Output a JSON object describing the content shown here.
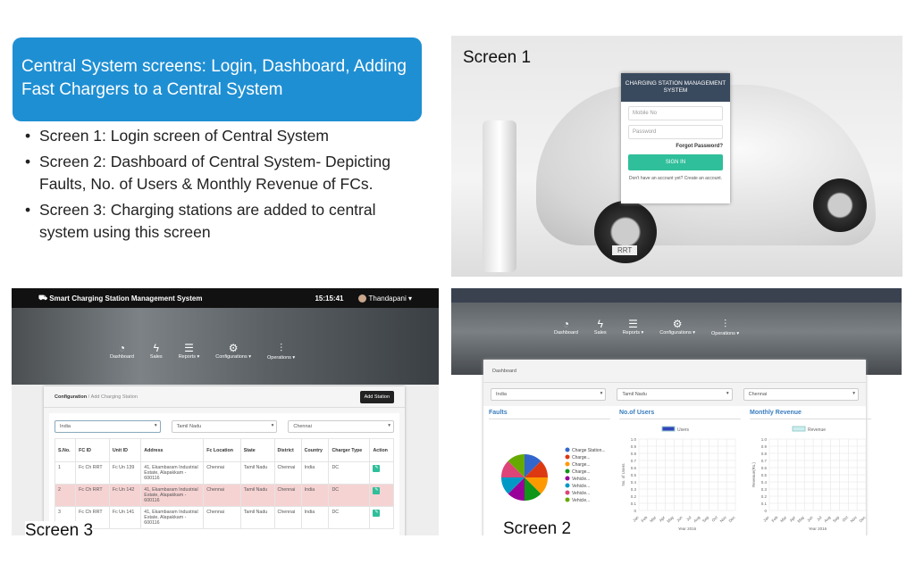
{
  "slide": {
    "title": "Central System screens: Login, Dashboard, Adding Fast Chargers to a Central System",
    "bullets": [
      "Screen 1: Login screen of Central System",
      "Screen 2: Dashboard of Central System- Depicting Faults, No. of Users & Monthly Revenue of FCs.",
      "Screen 3: Charging stations are added to central system using this screen"
    ],
    "labels": {
      "s1": "Screen 1",
      "s2": "Screen 2",
      "s3": "Screen 3"
    }
  },
  "screen1": {
    "title": "CHARGING STATION MANAGEMENT SYSTEM",
    "mobile_placeholder": "Mobile No",
    "password_placeholder": "Password",
    "forgot": "Forgot Password?",
    "signin": "SIGN IN",
    "footer": "Don't have an account yet? Create an account.",
    "car_plate": "RRT"
  },
  "app": {
    "title": "Smart Charging Station Management System",
    "time": "15:15:41",
    "user": "Thandapani ▾",
    "nav": [
      {
        "icon": "dashboard-icon",
        "glyph": "◔",
        "label": "Dashboard"
      },
      {
        "icon": "bolt-icon",
        "glyph": "ϟ",
        "label": "Sales"
      },
      {
        "icon": "list-icon",
        "glyph": "☰",
        "label": "Reports ▾"
      },
      {
        "icon": "gears-icon",
        "glyph": "⚙",
        "label": "Configurations ▾"
      },
      {
        "icon": "sliders-icon",
        "glyph": "⫶",
        "label": "Operations ▾"
      }
    ]
  },
  "screen3": {
    "breadcrumb": [
      "Configuration",
      "Add Charging Station"
    ],
    "add_button": "Add Station",
    "filters": [
      "India",
      "Tamil Nadu",
      "Chennai"
    ],
    "columns": [
      "S.No.",
      "FC ID",
      "Unit ID",
      "Address",
      "Fc Location",
      "State",
      "District",
      "Country",
      "Charger Type",
      "Action"
    ],
    "rows": [
      [
        "1",
        "Fc Ch RRT",
        "Fc Un 139",
        "41, Ekambaram Industrial Estate, Alapakkam - 600116",
        "Chennai",
        "Tamil Nadu",
        "Chennai",
        "India",
        "DC"
      ],
      [
        "2",
        "Fc Ch RRT",
        "Fc Un 142",
        "41, Ekambaram Industrial Estate, Alapakkam - 600116",
        "Chennai",
        "Tamil Nadu",
        "Chennai",
        "India",
        "DC"
      ],
      [
        "3",
        "Fc Ch RRT",
        "Fc Un 141",
        "41, Ekambaram Industrial Estate, Alapakkam - 600116",
        "Chennai",
        "Tamil Nadu",
        "Chennai",
        "India",
        "DC"
      ]
    ]
  },
  "screen2": {
    "breadcrumb": "Dashboard",
    "filters": [
      "India",
      "Tamil Nadu",
      "Chennai"
    ],
    "faults": {
      "title": "Faults",
      "legend": [
        "Charge Station...",
        "Charge...",
        "Charge...",
        "Charge...",
        "Vehicle...",
        "Vehicle...",
        "Vehicle...",
        "Vehicle..."
      ],
      "colors": [
        "#3366cc",
        "#dc3912",
        "#ff9900",
        "#109618",
        "#990099",
        "#0099c6",
        "#dd4477",
        "#66aa00"
      ],
      "values": [
        1,
        1,
        1,
        1,
        1,
        1,
        1,
        1
      ]
    },
    "users": {
      "title": "No.of Users",
      "legend": "Users",
      "ylabel": "No. of Users",
      "xlabel": "Year 2016",
      "color": "#3344bb"
    },
    "revenue": {
      "title": "Monthly Revenue",
      "legend": "Revenue",
      "ylabel": "Revenue(Rs.)",
      "xlabel": "Year 2016",
      "color": "#cdeeee"
    },
    "yticks": [
      "1.0",
      "0.9",
      "0.8",
      "0.7",
      "0.6",
      "0.5",
      "0.4",
      "0.3",
      "0.2",
      "0.1",
      "0"
    ],
    "months": [
      "Jan",
      "Feb",
      "Mar",
      "Apr",
      "May",
      "Jun",
      "Jul",
      "Aug",
      "Sep",
      "Oct",
      "Nov",
      "Dec"
    ]
  }
}
